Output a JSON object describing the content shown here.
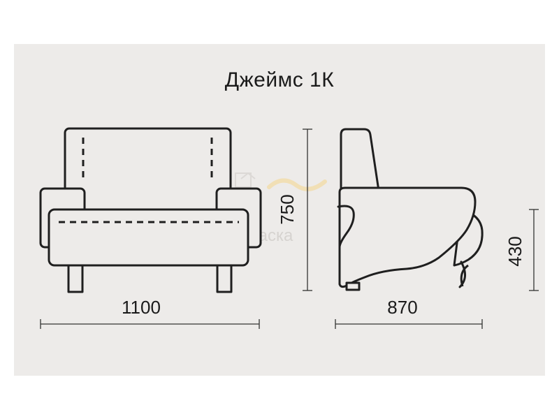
{
  "title": "Джеймс 1К",
  "watermark": "мебеласка",
  "dimensions": {
    "front_width": "1100",
    "height": "750",
    "side_depth": "870",
    "seat_height": "430"
  },
  "colors": {
    "background": "#edebe9",
    "line": "#1f1f1f"
  }
}
